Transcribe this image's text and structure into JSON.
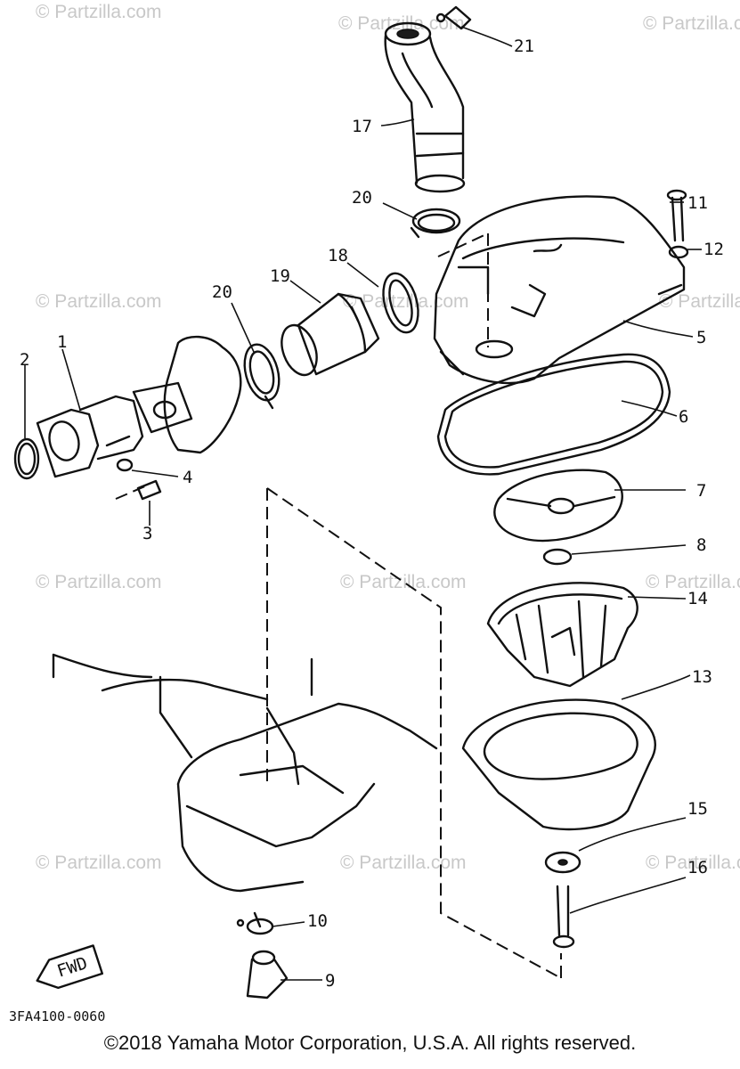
{
  "watermark": "© Partzilla.com",
  "figure_code": "3FA4100-0060",
  "fwd_label": "FWD",
  "copyright": "©2018 Yamaha Motor Corporation, U.S.A. All rights reserved.",
  "callouts": [
    {
      "id": "1",
      "label": "1"
    },
    {
      "id": "2",
      "label": "2"
    },
    {
      "id": "3",
      "label": "3"
    },
    {
      "id": "4",
      "label": "4"
    },
    {
      "id": "5",
      "label": "5"
    },
    {
      "id": "6",
      "label": "6"
    },
    {
      "id": "7",
      "label": "7"
    },
    {
      "id": "8",
      "label": "8"
    },
    {
      "id": "9",
      "label": "9"
    },
    {
      "id": "10",
      "label": "10"
    },
    {
      "id": "11",
      "label": "11"
    },
    {
      "id": "12",
      "label": "12"
    },
    {
      "id": "13",
      "label": "13"
    },
    {
      "id": "14",
      "label": "14"
    },
    {
      "id": "15",
      "label": "15"
    },
    {
      "id": "16",
      "label": "16"
    },
    {
      "id": "17",
      "label": "17"
    },
    {
      "id": "18",
      "label": "18"
    },
    {
      "id": "19",
      "label": "19"
    },
    {
      "id": "20a",
      "label": "20"
    },
    {
      "id": "20b",
      "label": "20"
    },
    {
      "id": "21",
      "label": "21"
    }
  ]
}
